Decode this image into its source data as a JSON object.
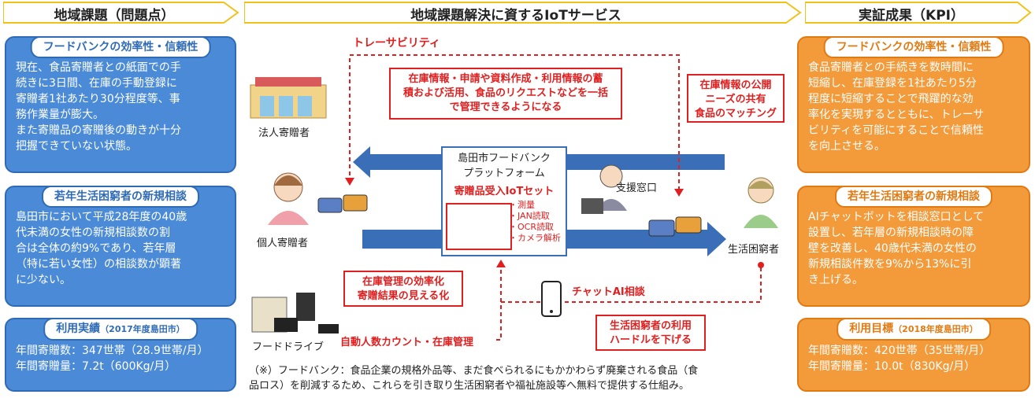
{
  "headers": {
    "left": "地域課題（問題点）",
    "center": "地域課題解決に資するIoTサービス",
    "right": "実証成果（KPI）"
  },
  "left": {
    "box1": {
      "title": "フードバンクの効率性・信頼性",
      "lines": [
        "現在、食品寄贈者との紙面での手",
        "続きに3日間、在庫の手動登録に",
        "寄贈者1社あたり30分程度等、事",
        "務作業量が膨大。",
        "また寄贈品の寄贈後の動きが十分",
        "把握できていない状態。"
      ]
    },
    "box2": {
      "title": "若年生活困窮者の新規相談",
      "lines": [
        "島田市において平成28年度の40歳",
        "代未満の女性の新規相談数の割",
        "合は全体の約9%であり、若年層",
        "（特に若い女性）の相談数が顕著",
        "に少ない。"
      ]
    },
    "box3": {
      "title": "利用実績",
      "title_sub": "（2017年度島田市）",
      "lines": [
        "年間寄贈数：347世帯（28.9世帯/月）",
        "年間寄贈量：7.2t（600Kg/月）"
      ]
    }
  },
  "right": {
    "box1": {
      "title": "フードバンクの効率性・信頼性",
      "lines": [
        "食品寄贈者との手続きを数時間に",
        "短縮し、在庫登録を1社あたり5分",
        "程度に短縮することで飛躍的な効",
        "率化を実現するとともに、トレーサ",
        "ビリティを可能にすることで信頼性",
        "を向上させる。"
      ]
    },
    "box2": {
      "title": "若年生活困窮者の新規相談",
      "lines": [
        "AIチャットボットを相談窓口として",
        "設置し、若年層の新規相談時の障",
        "壁を改善し、40歳代未満の女性の",
        "新規相談件数を9%から13%に引",
        "き上げる。"
      ]
    },
    "box3": {
      "title": "利用目標",
      "title_sub": "（2018年度島田市）",
      "lines": [
        "年間寄贈数：420世帯（35世帯/月）",
        "年間寄贈量：10.0t（830Kg/月）"
      ]
    }
  },
  "center": {
    "traceability": "トレーサビリティ",
    "callout_top": [
      "在庫情報・申請や資料作成・利用情報の蓄",
      "積および活用、食品のリクエストなどを一括",
      "で管理できるようになる"
    ],
    "callout_right": [
      "在庫情報の公開",
      "ニーズの共有",
      "食品のマッチング"
    ],
    "platform": {
      "title1": "島田市フードバンク",
      "title2": "プラットフォーム",
      "subtitle": "寄贈品受入IoTセット",
      "features": [
        "・測量",
        "・JAN読取",
        "・OCR読取",
        "・カメラ解析"
      ]
    },
    "corp_donor": "法人寄贈者",
    "indiv_donor": "個人寄贈者",
    "support_desk": "支援窓口",
    "needy": "生活困窮者",
    "food_drive": "フードドライブ",
    "callout_inventory": [
      "在庫管理の効率化",
      "寄贈結果の見える化"
    ],
    "chat_ai": "チャットAI相談",
    "callout_barrier": [
      "生活困窮者の利用",
      "ハードルを下げる"
    ],
    "auto_count": "自動人数カウント・在庫管理",
    "footnote": [
      "（※）フードバンク：食品企業の規格外品等、まだ食べられるにもかかわらず廃棄される食品（食",
      "品ロス）を削減するため、これらを引き取り生活困窮者や福祉施設等へ無料で提供する仕組み。"
    ]
  },
  "colors": {
    "blue": "#4a8ad6",
    "orange": "#f39a3a",
    "red": "#e02020",
    "arrow_blue": "#3a6fb8"
  }
}
